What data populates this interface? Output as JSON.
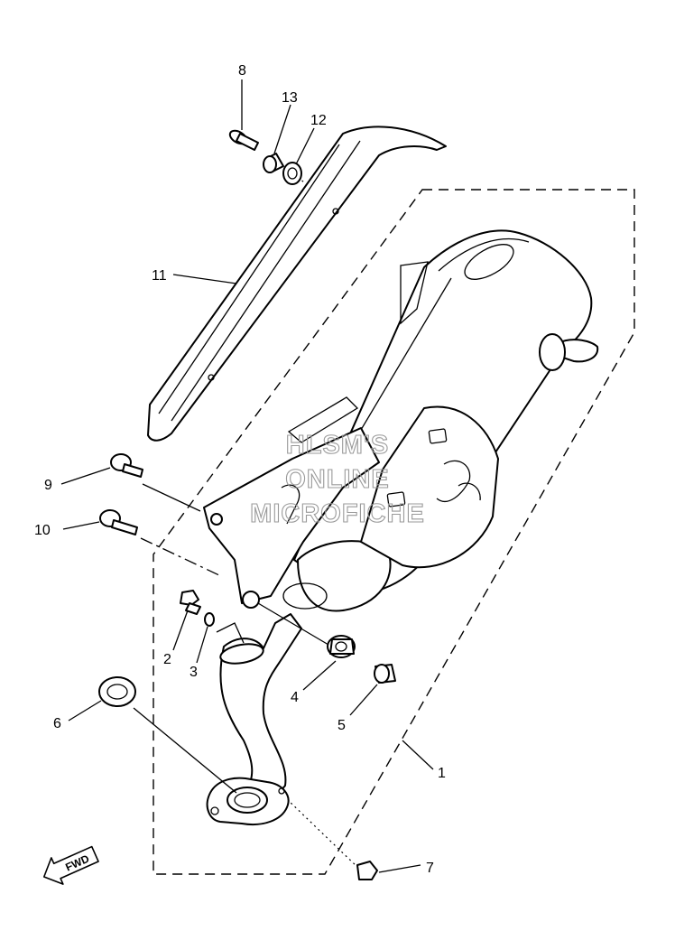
{
  "callouts": [
    {
      "key": "p1",
      "label": "1"
    },
    {
      "key": "p2",
      "label": "2"
    },
    {
      "key": "p3",
      "label": "3"
    },
    {
      "key": "p4",
      "label": "4"
    },
    {
      "key": "p5",
      "label": "5"
    },
    {
      "key": "p6",
      "label": "6"
    },
    {
      "key": "p7",
      "label": "7"
    },
    {
      "key": "p8",
      "label": "8"
    },
    {
      "key": "p9",
      "label": "9"
    },
    {
      "key": "p10",
      "label": "10"
    },
    {
      "key": "p11",
      "label": "11"
    },
    {
      "key": "p12",
      "label": "12"
    },
    {
      "key": "p13",
      "label": "13"
    }
  ],
  "watermark": {
    "line1": "HLSM'S",
    "line2": "ONLINE",
    "line3": "MICROFICHE"
  },
  "fwd_arrow": {
    "label": "FWD"
  }
}
